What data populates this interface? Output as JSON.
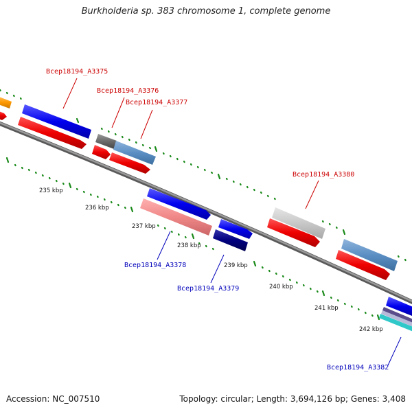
{
  "title": "Burkholderia sp. 383 chromosome 1, complete genome",
  "footer": {
    "accession": "Accession: NC_007510",
    "summary": "Topology: circular; Length: 3,694,126 bp; Genes: 3,408"
  },
  "colors": {
    "backbone": "#7f7f7f",
    "tick": "#1a8a1a",
    "top_label": "#cc0000",
    "bottom_label": "#0000bb"
  },
  "scale_labels": [
    "235 kbp",
    "236 kbp",
    "237 kbp",
    "238 kbp",
    "239 kbp",
    "240 kbp",
    "241 kbp",
    "242 kbp"
  ],
  "gene_labels": {
    "a3375": "Bcep18194_A3375",
    "a3376": "Bcep18194_A3376",
    "a3377": "Bcep18194_A3377",
    "a3380": "Bcep18194_A3380",
    "a3378": "Bcep18194_A3378",
    "a3379": "Bcep18194_A3379",
    "a3382": "Bcep18194_A3382"
  }
}
